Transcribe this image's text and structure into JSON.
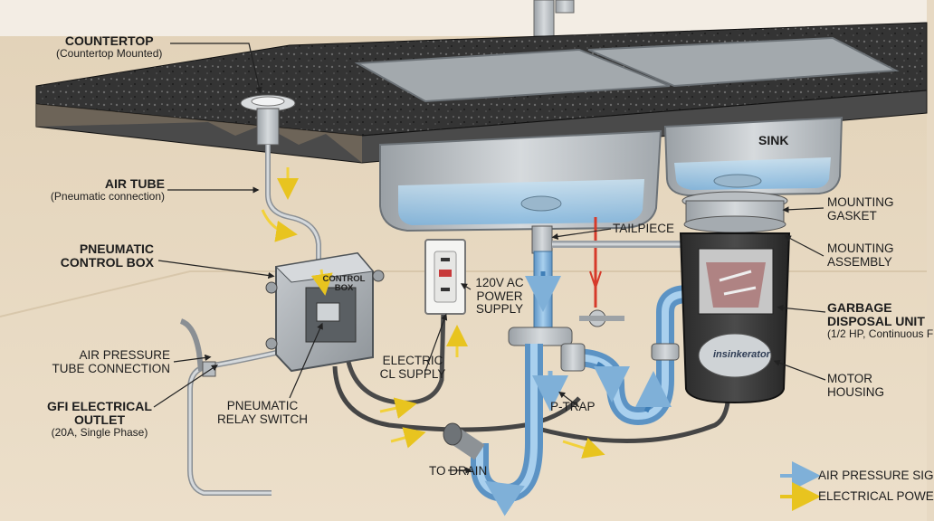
{
  "labels": {
    "countertop": {
      "title": "COUNTERTOP",
      "sub": "(Countertop Mounted)"
    },
    "air_tube": {
      "title": "AIR TUBE",
      "sub": "(Pneumatic connection)"
    },
    "pneumatic_control_box": {
      "line1": "PNEUMATIC",
      "line2": "CONTROL BOX"
    },
    "air_pressure_tube_connection": {
      "line1": "AIR PRESSURE",
      "line2": "TUBE CONNECTION"
    },
    "gfi_outlet": {
      "line1": "GFI ELECTRICAL",
      "line2": "OUTLET",
      "sub": "(20A, Single Phase)"
    },
    "pneumatic_relay_switch": {
      "line1": "PNEUMATIC",
      "line2": "RELAY SWITCH"
    },
    "power_supply": {
      "line1": "120V AC",
      "line2": "POWER",
      "line3": "SUPPLY"
    },
    "electric_supply": {
      "line1": "ELECTRIC",
      "line2": "CL SUPPLY"
    },
    "tailpiece": "TAILPIECE",
    "p_trap": "P-TRAP",
    "to_drain": "TO DRAIN",
    "sink": "SINK",
    "mounting_gasket": {
      "line1": "MOUNTING",
      "line2": "GASKET"
    },
    "mounting_assembly": {
      "line1": "MOUNTING",
      "line2": "ASSEMBLY"
    },
    "garbage_disposal_unit": {
      "line1": "GARBAGE",
      "line2": "DISPOSAL UNIT",
      "sub": "(1/2 HP, Continuous F"
    },
    "motor_housing": {
      "line1": "MOTOR",
      "line2": "HOUSING"
    }
  },
  "control_box_text": {
    "line1": "CONTROL",
    "line2": "BOX"
  },
  "disposal_brand": "insinkerator",
  "legend": [
    {
      "label": "AIR PRESSURE SIG",
      "color": "#7fb0d8"
    },
    {
      "label": "ELECTRICAL POWE",
      "color": "#f2d13a"
    }
  ],
  "colors": {
    "wall": "#e7d9c3",
    "countertop": "#2c2c2c",
    "sink_steel": "#b9bec2",
    "water": "#8fc4e6",
    "pipe": "#7fb4dc",
    "disposal": "#3a3a3a",
    "air_arrow": "#7fb0d8",
    "power_arrow": "#f2d13a",
    "hot_line": "#d63a2a"
  }
}
